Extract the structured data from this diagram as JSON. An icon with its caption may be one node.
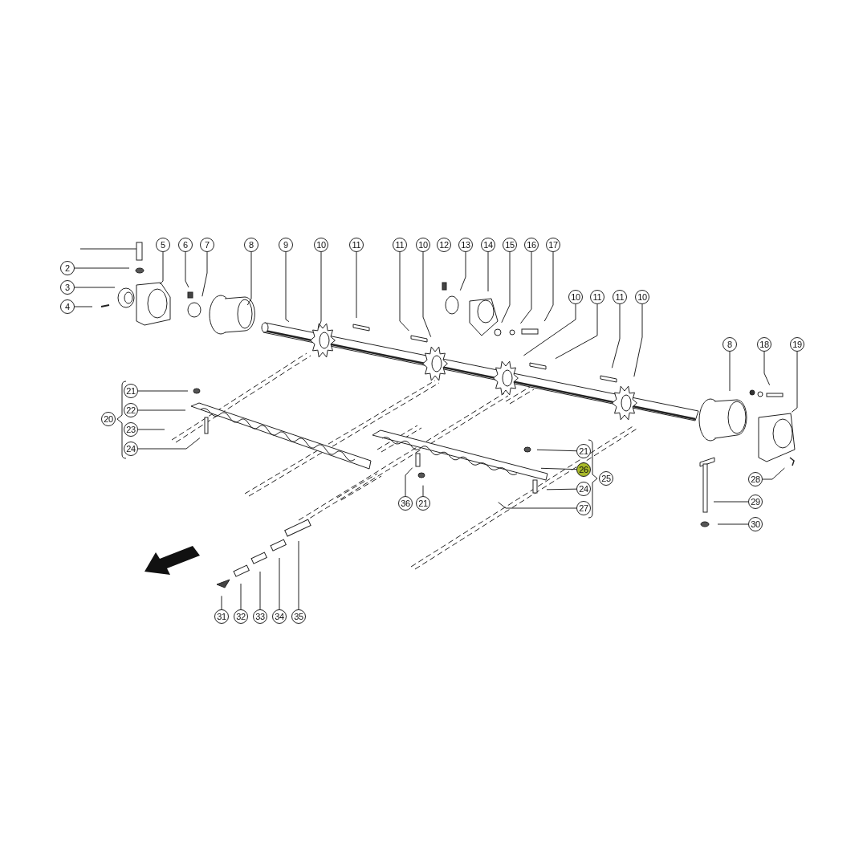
{
  "diagram": {
    "nodes": [
      {
        "text": [
          "5"
        ]
      },
      {
        "text": [
          "6"
        ]
      },
      {
        "text": [
          "7"
        ]
      },
      {
        "text": [
          "8"
        ]
      },
      {
        "text": [
          "9"
        ]
      },
      {
        "text": [
          "10"
        ]
      },
      {
        "text": [
          "11"
        ]
      },
      {
        "text": [
          "11"
        ]
      },
      {
        "text": [
          "10"
        ]
      },
      {
        "text": [
          "12"
        ]
      },
      {
        "text": [
          "13"
        ]
      },
      {
        "text": [
          "14"
        ]
      },
      {
        "text": [
          "15"
        ]
      },
      {
        "text": [
          "16"
        ]
      },
      {
        "text": [
          "17"
        ]
      },
      {
        "text": [
          "2"
        ]
      },
      {
        "text": [
          "3"
        ]
      },
      {
        "text": [
          "4"
        ]
      },
      {
        "text": [
          "10"
        ]
      },
      {
        "text": [
          "11"
        ]
      },
      {
        "text": [
          "11"
        ]
      },
      {
        "text": [
          "10"
        ]
      },
      {
        "text": [
          "8"
        ]
      },
      {
        "text": [
          "18"
        ]
      },
      {
        "text": [
          "19"
        ]
      },
      {
        "text": [
          "21"
        ]
      },
      {
        "text": [
          "22"
        ]
      },
      {
        "text": [
          "20"
        ]
      },
      {
        "text": [
          "23"
        ]
      },
      {
        "text": [
          "24"
        ]
      },
      {
        "text": [
          "21"
        ]
      },
      {
        "text": [
          "26"
        ]
      },
      {
        "text": [
          "25"
        ]
      },
      {
        "text": [
          "28"
        ]
      },
      {
        "text": [
          "24"
        ]
      },
      {
        "text": [
          "29"
        ]
      },
      {
        "text": [
          "36"
        ]
      },
      {
        "text": [
          "21"
        ]
      },
      {
        "text": [
          "27"
        ]
      },
      {
        "text": [
          "30"
        ]
      },
      {
        "text": [
          "31"
        ]
      },
      {
        "text": [
          "32"
        ]
      },
      {
        "text": [
          "33"
        ]
      },
      {
        "text": [
          "34"
        ]
      },
      {
        "text": [
          "35"
        ]
      }
    ],
    "edges": [
      {
        "from": 0,
        "to": null,
        "arrow": "none"
      },
      {
        "from": 1,
        "to": null,
        "arrow": "none"
      },
      {
        "from": 2,
        "to": null,
        "arrow": "none"
      },
      {
        "from": 3,
        "to": null,
        "arrow": "none"
      },
      {
        "from": 4,
        "to": null,
        "arrow": "none"
      },
      {
        "from": 5,
        "to": null,
        "arrow": "none"
      },
      {
        "from": 6,
        "to": null,
        "arrow": "none"
      },
      {
        "from": 7,
        "to": null,
        "arrow": "none"
      },
      {
        "from": 8,
        "to": null,
        "arrow": "none"
      },
      {
        "from": 10,
        "to": null,
        "arrow": "none"
      },
      {
        "from": 11,
        "to": null,
        "arrow": "none"
      },
      {
        "from": 12,
        "to": null,
        "arrow": "none"
      },
      {
        "from": 13,
        "to": null,
        "arrow": "none"
      },
      {
        "from": 14,
        "to": null,
        "arrow": "none"
      },
      {
        "from": 15,
        "to": null,
        "arrow": "none"
      },
      {
        "from": 16,
        "to": null,
        "arrow": "none"
      },
      {
        "from": 17,
        "to": null,
        "arrow": "none"
      },
      {
        "from": 18,
        "to": null,
        "arrow": "none"
      },
      {
        "from": 19,
        "to": null,
        "arrow": "none"
      },
      {
        "from": 20,
        "to": null,
        "arrow": "none"
      },
      {
        "from": 21,
        "to": null,
        "arrow": "none"
      },
      {
        "from": 22,
        "to": null,
        "arrow": "none"
      },
      {
        "from": 23,
        "to": null,
        "arrow": "none"
      },
      {
        "from": 24,
        "to": null,
        "arrow": "none"
      },
      {
        "from": 25,
        "to": null,
        "arrow": "none"
      },
      {
        "from": 26,
        "to": null,
        "arrow": "none"
      },
      {
        "from": 28,
        "to": null,
        "arrow": "none"
      },
      {
        "from": 29,
        "to": null,
        "arrow": "none"
      },
      {
        "from": 30,
        "to": null,
        "arrow": "none"
      },
      {
        "from": 31,
        "to": null,
        "arrow": "none"
      },
      {
        "from": 33,
        "to": null,
        "arrow": "none"
      },
      {
        "from": 34,
        "to": null,
        "arrow": "none"
      },
      {
        "from": 35,
        "to": null,
        "arrow": "none"
      },
      {
        "from": 36,
        "to": null,
        "arrow": "none"
      },
      {
        "from": 37,
        "to": null,
        "arrow": "none"
      },
      {
        "from": 38,
        "to": null,
        "arrow": "none"
      },
      {
        "from": 39,
        "to": null,
        "arrow": "none"
      },
      {
        "from": 40,
        "to": null,
        "arrow": "none"
      },
      {
        "from": 41,
        "to": null,
        "arrow": "none"
      },
      {
        "from": 42,
        "to": null,
        "arrow": "none"
      },
      {
        "from": 43,
        "to": null,
        "arrow": "none"
      },
      {
        "from": 44,
        "to": null,
        "arrow": "none"
      }
    ]
  }
}
